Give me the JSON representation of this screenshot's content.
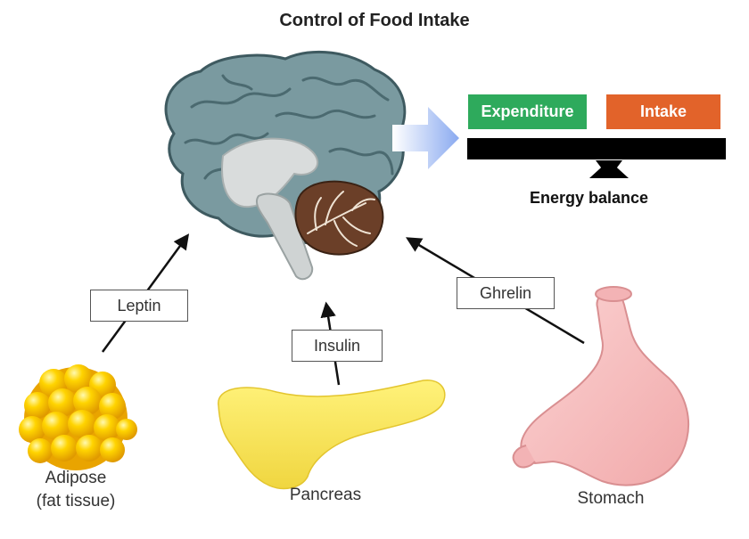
{
  "title": "Control of Food Intake",
  "balance": {
    "expenditure_label": "Expenditure",
    "intake_label": "Intake",
    "caption": "Energy balance",
    "expenditure_color": "#2eaa5c",
    "intake_color": "#e2632a"
  },
  "hormones": {
    "leptin": "Leptin",
    "insulin": "Insulin",
    "ghrelin": "Ghrelin"
  },
  "organs": {
    "adipose_line1": "Adipose",
    "adipose_line2": "(fat tissue)",
    "pancreas": "Pancreas",
    "stomach": "Stomach"
  },
  "icons": {
    "brain": "brain-icon",
    "fat_cluster": "fat-cluster-icon",
    "pancreas": "pancreas-icon",
    "stomach": "stomach-icon",
    "big_arrow": "arrow-right-icon"
  }
}
